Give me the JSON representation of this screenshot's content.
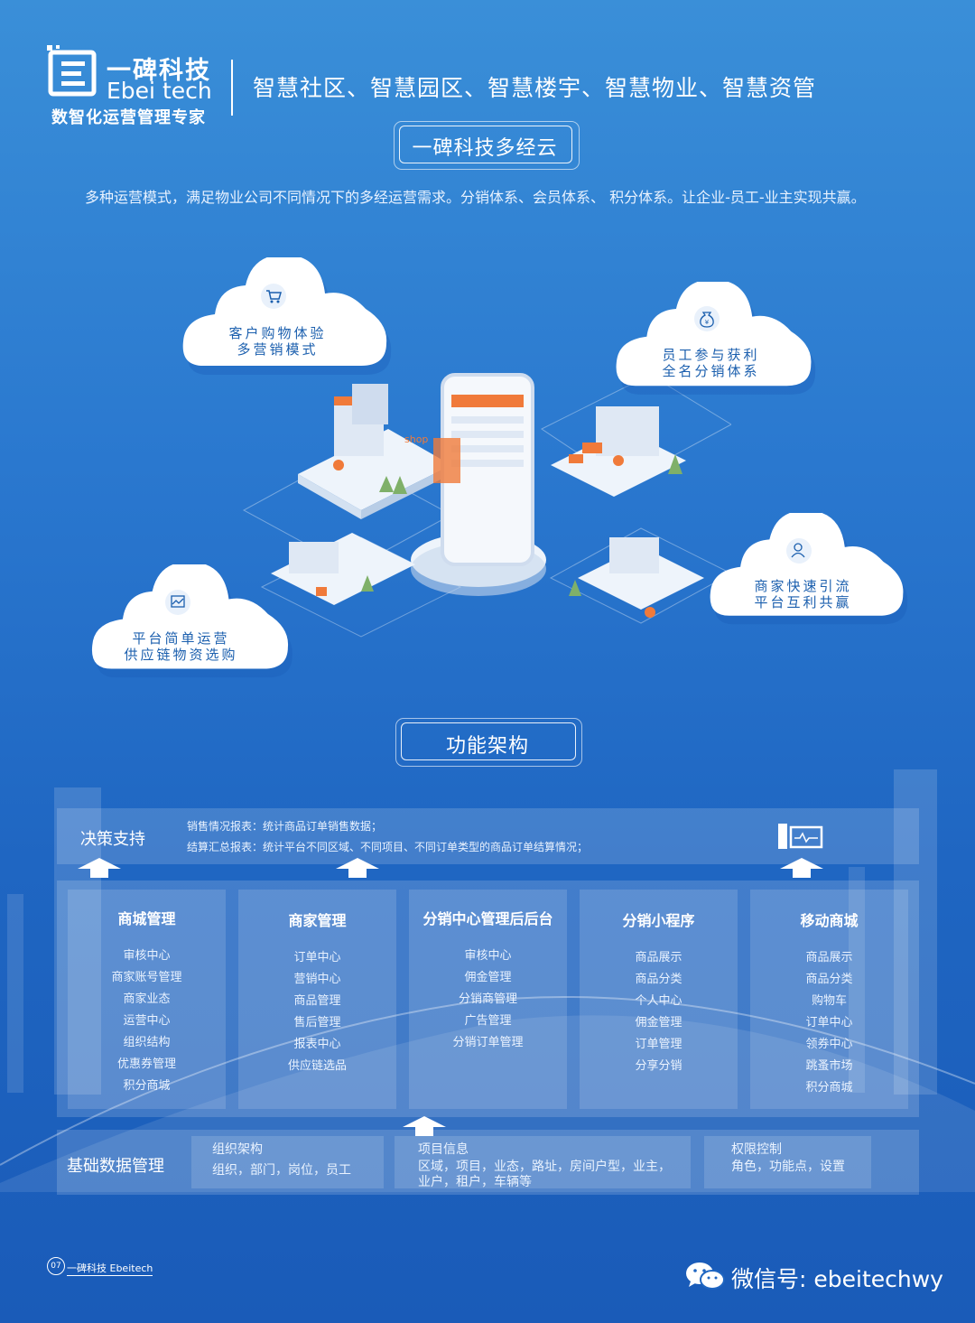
{
  "header": {
    "logo_cn": "一碑科技",
    "logo_en": "Ebei tech",
    "logo_slogan": "数智化运营管理专家",
    "tagline": "智慧社区、智慧园区、智慧楼宇、智慧物业、智慧资管"
  },
  "section1": {
    "title": "一碑科技多经云",
    "intro": "多种运营模式，满足物业公司不同情况下的多经运营需求。分销体系、会员体系、 积分体系。让企业-员工-业主实现共赢。"
  },
  "clouds": [
    {
      "icon": "cart-icon",
      "line1": "客户购物体验",
      "line2": "多营销模式"
    },
    {
      "icon": "money-bag-icon",
      "line1": "员工参与获利",
      "line2": "全名分销体系"
    },
    {
      "icon": "chart-monitor-icon",
      "line1": "平台简单运营",
      "line2": "供应链物资选购"
    },
    {
      "icon": "user-icon",
      "line1": "商家快速引流",
      "line2": "平台互利共赢"
    }
  ],
  "illustration": {
    "shop_sign": "shop"
  },
  "section2": {
    "title": "功能架构"
  },
  "decision": {
    "label": "决策支持",
    "line1": "销售情况报表：统计商品订单销售数据；",
    "line2": "结算汇总报表：统计平台不同区域、不同项目、不同订单类型的商品订单结算情况；"
  },
  "modules": [
    {
      "title": "商城管理",
      "items": [
        "审核中心",
        "商家账号管理",
        "商家业态",
        "运营中心",
        "组织结构",
        "优惠券管理",
        "积分商城"
      ]
    },
    {
      "title": "商家管理",
      "items": [
        "订单中心",
        "营销中心",
        "商品管理",
        "售后管理",
        "报表中心",
        "供应链选品"
      ]
    },
    {
      "title": "分销中心管理后后台",
      "items": [
        "审核中心",
        "佣金管理",
        "分销商管理",
        "广告管理",
        "分销订单管理"
      ]
    },
    {
      "title": "分销小程序",
      "items": [
        "商品展示",
        "商品分类",
        "个人中心",
        "佣金管理",
        "订单管理",
        "分享分销"
      ]
    },
    {
      "title": "移动商城",
      "items": [
        "商品展示",
        "商品分类",
        "购物车",
        "订单中心",
        "领券中心",
        "跳蚤市场",
        "积分商城"
      ]
    }
  ],
  "base": {
    "label": "基础数据管理",
    "org": {
      "title": "组织架构",
      "desc": "组织，部门，岗位，员工"
    },
    "project": {
      "title": "项目信息",
      "desc1": "区域，项目，业态，路址，房间户型，业主，",
      "desc2": "业户，租户，车辆等"
    },
    "perm": {
      "title": "权限控制",
      "desc": "角色，功能点，设置"
    }
  },
  "footer": {
    "page_num": "07",
    "brand": "一碑科技  Ebeitech",
    "wechat": "微信号: ebeitechwy"
  },
  "colors": {
    "accent_orange": "#f07a3a",
    "cloud_text": "#1b5fae",
    "bg_top": "#3a8fd8",
    "bg_bottom": "#1a5bb8"
  }
}
